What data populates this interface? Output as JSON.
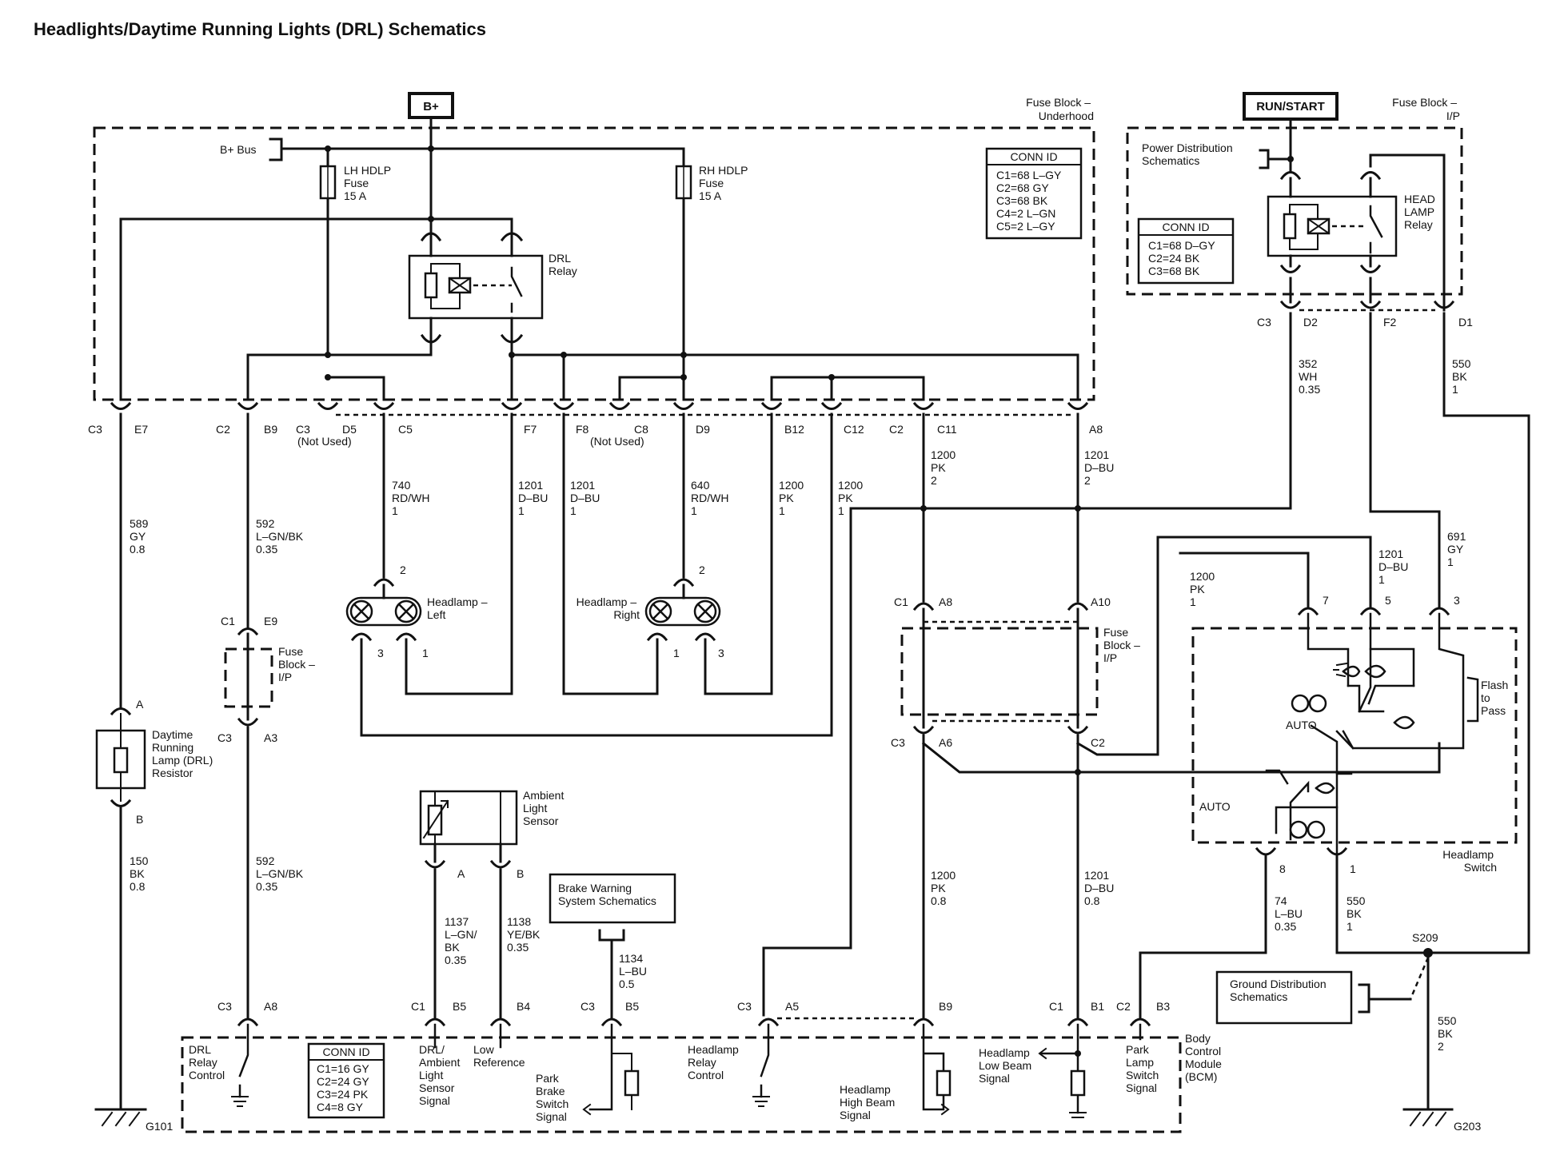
{
  "title": "Headlights/Daytime Running Lights (DRL) Schematics",
  "power": {
    "bplus": "B+",
    "runstart": "RUN/START",
    "bplus_bus": "B+ Bus"
  },
  "fuse_block_underhood": [
    "Fuse Block –",
    "Underhood"
  ],
  "fuse_block_ip_top": [
    "Fuse Block –",
    "I/P"
  ],
  "conn_id_underhood": {
    "header": "CONN ID",
    "rows": [
      "C1=68 L–GY",
      "C2=68 GY",
      "C3=68 BK",
      "C4=2 L–GN",
      "C5=2 L–GY"
    ]
  },
  "conn_id_ip": {
    "header": "CONN ID",
    "rows": [
      "C1=68 D–GY",
      "C2=24 BK",
      "C3=68 BK"
    ]
  },
  "conn_id_bcm": {
    "header": "CONN ID",
    "rows": [
      "C1=16 GY",
      "C2=24 GY",
      "C3=24 PK",
      "C4=8 GY"
    ]
  },
  "fuses": {
    "lh": [
      "LH HDLP",
      "Fuse",
      "15 A"
    ],
    "rh": [
      "RH HDLP",
      "Fuse",
      "15 A"
    ]
  },
  "drl_relay": [
    "DRL",
    "Relay"
  ],
  "head_lamp_relay": [
    "HEAD",
    "LAMP",
    "Relay"
  ],
  "power_dist": [
    "Power Distribution",
    "Schematics"
  ],
  "relay_pins": {
    "c3": "C3",
    "d2": "D2",
    "f2": "F2",
    "d1": "D1"
  },
  "top_pins": [
    {
      "conn": "C3",
      "pin": "E7"
    },
    {
      "conn": "C2",
      "pin": "B9"
    },
    {
      "conn": "C3",
      "pin": "D5",
      "note": "(Not Used)"
    },
    {
      "conn": "",
      "pin": "C5"
    },
    {
      "conn": "",
      "pin": "F7"
    },
    {
      "conn": "",
      "pin": "F8"
    },
    {
      "conn": "C8",
      "pin": "",
      "note": "(Not Used)"
    },
    {
      "conn": "",
      "pin": "D9"
    },
    {
      "conn": "",
      "pin": "B12"
    },
    {
      "conn": "",
      "pin": "C12"
    },
    {
      "conn": "C2",
      "pin": "C11"
    },
    {
      "conn": "",
      "pin": "A8"
    }
  ],
  "wires": {
    "w589": [
      "589",
      "GY",
      "0.8"
    ],
    "w592a": [
      "592",
      "L–GN/BK",
      "0.35"
    ],
    "w740": [
      "740",
      "RD/WH",
      "1"
    ],
    "w1201a": [
      "1201",
      "D–BU",
      "1"
    ],
    "w1201b": [
      "1201",
      "D–BU",
      "1"
    ],
    "w640": [
      "640",
      "RD/WH",
      "1"
    ],
    "w1200a": [
      "1200",
      "PK",
      "1"
    ],
    "w1200b": [
      "1200",
      "PK",
      "1"
    ],
    "w1200c": [
      "1200",
      "PK",
      "2"
    ],
    "w1201c": [
      "1201",
      "D–BU",
      "2"
    ],
    "w352": [
      "352",
      "WH",
      "0.35"
    ],
    "w550a": [
      "550",
      "BK",
      "1"
    ],
    "w1201d": [
      "1201",
      "D–BU",
      "1"
    ],
    "w691": [
      "691",
      "GY",
      "1"
    ],
    "w1200d": [
      "1200",
      "PK",
      "1"
    ],
    "w592b": [
      "592",
      "L–GN/BK",
      "0.35"
    ],
    "w150": [
      "150",
      "BK",
      "0.8"
    ],
    "w1137": [
      "1137",
      "L–GN/",
      "BK",
      "0.35"
    ],
    "w1138": [
      "1138",
      "YE/BK",
      "0.35"
    ],
    "w1134": [
      "1134",
      "L–BU",
      "0.5"
    ],
    "w1200e": [
      "1200",
      "PK",
      "0.8"
    ],
    "w1201e": [
      "1201",
      "D–BU",
      "0.8"
    ],
    "w74": [
      "74",
      "L–BU",
      "0.35"
    ],
    "w550b": [
      "550",
      "BK",
      "1"
    ],
    "w550c": [
      "550",
      "BK",
      "2"
    ]
  },
  "headlamp_left": [
    "Headlamp –",
    "Left"
  ],
  "headlamp_right": [
    "Headlamp –",
    "Right"
  ],
  "lamp_pins": {
    "top": "2",
    "l": "3",
    "r": "1"
  },
  "fuse_block_ip_left": [
    "Fuse",
    "Block –",
    "I/P"
  ],
  "fuse_block_ip_mid": [
    "Fuse",
    "Block –",
    "I/P"
  ],
  "ip_pins": {
    "c1": "C1",
    "e9": "E9",
    "c3": "C3",
    "a3": "A3",
    "a8": "A8",
    "a10": "A10",
    "a6": "A6",
    "c2": "C2"
  },
  "drl_resistor": [
    "Daytime",
    "Running",
    "Lamp (DRL)",
    "Resistor"
  ],
  "resistor_pins": {
    "a": "A",
    "b": "B"
  },
  "ambient_sensor": [
    "Ambient",
    "Light",
    "Sensor"
  ],
  "sensor_pins": {
    "a": "A",
    "b": "B"
  },
  "brake_warning": [
    "Brake Warning",
    "System Schematics"
  ],
  "headlamp_switch": [
    "Headlamp",
    "Switch"
  ],
  "switch_pins": {
    "p7": "7",
    "p5": "5",
    "p3": "3",
    "p8": "8",
    "p1": "1"
  },
  "flash_to_pass": [
    "Flash",
    "to",
    "Pass"
  ],
  "auto": "AUTO",
  "splice": "S209",
  "ground_dist": [
    "Ground Distribution",
    "Schematics"
  ],
  "grounds": {
    "g101": "G101",
    "g203": "G203"
  },
  "bcm_pins": [
    {
      "conn": "C3",
      "pin": "A8"
    },
    {
      "conn": "C1",
      "pin": "B5"
    },
    {
      "conn": "",
      "pin": "B4"
    },
    {
      "conn": "C3",
      "pin": "B5"
    },
    {
      "conn": "C3",
      "pin": "A5"
    },
    {
      "conn": "",
      "pin": "B9"
    },
    {
      "conn": "C1",
      "pin": "B1"
    },
    {
      "conn": "C2",
      "pin": "B3"
    }
  ],
  "bcm_labels": {
    "drl_relay_control": [
      "DRL",
      "Relay",
      "Control"
    ],
    "drl_sensor_signal": [
      "DRL/",
      "Ambient",
      "Light",
      "Sensor",
      "Signal"
    ],
    "low_reference": [
      "Low",
      "Reference"
    ],
    "park_brake": [
      "Park",
      "Brake",
      "Switch",
      "Signal"
    ],
    "headlamp_relay_control": [
      "Headlamp",
      "Relay",
      "Control"
    ],
    "high_beam": [
      "Headlamp",
      "High Beam",
      "Signal"
    ],
    "low_beam": [
      "Headlamp",
      "Low Beam",
      "Signal"
    ],
    "park_lamp": [
      "Park",
      "Lamp",
      "Switch",
      "Signal"
    ],
    "bcm": [
      "Body",
      "Control",
      "Module",
      "(BCM)"
    ]
  }
}
